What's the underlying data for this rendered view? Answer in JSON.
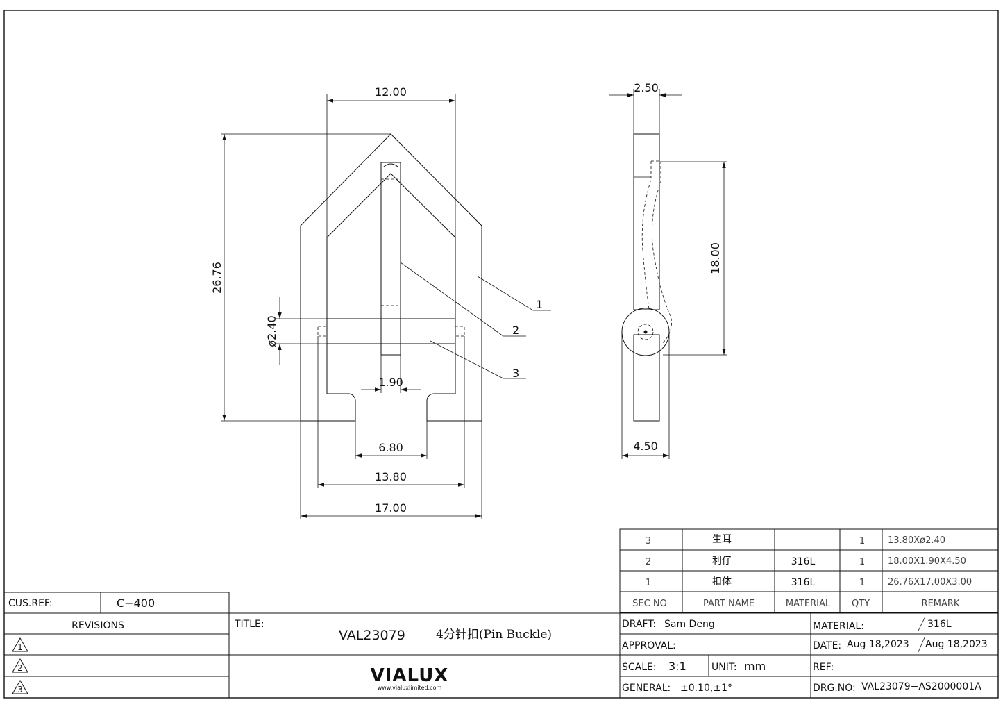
{
  "dimensions": {
    "width_top": "12.00",
    "thickness_top": "2.50",
    "height": "26.76",
    "pin_dia": "ø2.40",
    "tongue_w": "1.90",
    "slot_w": "6.80",
    "pin_len": "13.80",
    "total_w": "17.00",
    "tongue_len": "18.00",
    "thickness_bottom": "4.50"
  },
  "callouts": [
    "1",
    "2",
    "3"
  ],
  "bom": {
    "headers": {
      "sec": "SEC NO",
      "part": "PART NAME",
      "material": "MATERIAL",
      "qty": "QTY",
      "remark": "REMARK"
    },
    "rows": [
      {
        "sec": "3",
        "part": "生耳",
        "material": "",
        "qty": "1",
        "remark": "13.80Xø2.40"
      },
      {
        "sec": "2",
        "part": "利仔",
        "material": "316L",
        "qty": "1",
        "remark": "18.00X1.90X4.50"
      },
      {
        "sec": "1",
        "part": "扣体",
        "material": "316L",
        "qty": "1",
        "remark": "26.76X17.00X3.00"
      }
    ]
  },
  "titleblock": {
    "cus_ref_label": "CUS.REF:",
    "cus_ref_value": "C−400",
    "revisions_label": "REVISIONS",
    "revision_marks": [
      "1",
      "2",
      "3"
    ],
    "title_label": "TITLE:",
    "title_code": "VAL23079",
    "title_name": "4分针扣(Pin Buckle)",
    "logo_text": "VIALUX",
    "logo_url": "www.vialuxlimited.com",
    "draft_label": "DRAFT:",
    "draft_value": "Sam Deng",
    "approval_label": "APPROVAL:",
    "scale_label": "SCALE:",
    "scale_value": "3:1",
    "unit_label": "UNIT:",
    "unit_value": "mm",
    "general_label": "GENERAL:",
    "general_value": "±0.10,±1°",
    "material_label": "MATERIAL:",
    "material_value": "316L",
    "date_label": "DATE:",
    "date_value1": "Aug 18,2023",
    "date_value2": "Aug 18,2023",
    "ref_label": "REF:",
    "drgno_label": "DRG.NO:",
    "drgno_value": "VAL23079−AS2000001A"
  }
}
